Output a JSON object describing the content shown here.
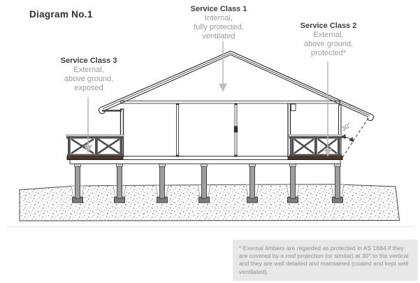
{
  "title": "Diagram No.1",
  "labels": {
    "sc1": {
      "heading": "Service Class 1",
      "lines": [
        "Internal,",
        "fully protected,",
        "ventilated"
      ]
    },
    "sc2": {
      "heading": "Service Class 2",
      "lines": [
        "External,",
        "above ground,",
        "protected*"
      ]
    },
    "sc3": {
      "heading": "Service Class 3",
      "lines": [
        "External,",
        "above ground,",
        "exposed"
      ]
    }
  },
  "annotations": {
    "roof_angle": "30°"
  },
  "footnote": {
    "text": "* Exernal timbers are regarded as protected in AS 1684 if they are covered by a roof projection (or similar) at 30° to the vertical and they are well detailed and maintained (coated and kept well ventilated)."
  },
  "colors": {
    "linework": "#3a3a3a",
    "heading_text": "#3f3f3f",
    "body_text": "#9b9b9b",
    "deck_timber": "#4d3526",
    "pointer_arrow": "#b8b8b8",
    "footnote_bg": "#e8e8e8"
  }
}
